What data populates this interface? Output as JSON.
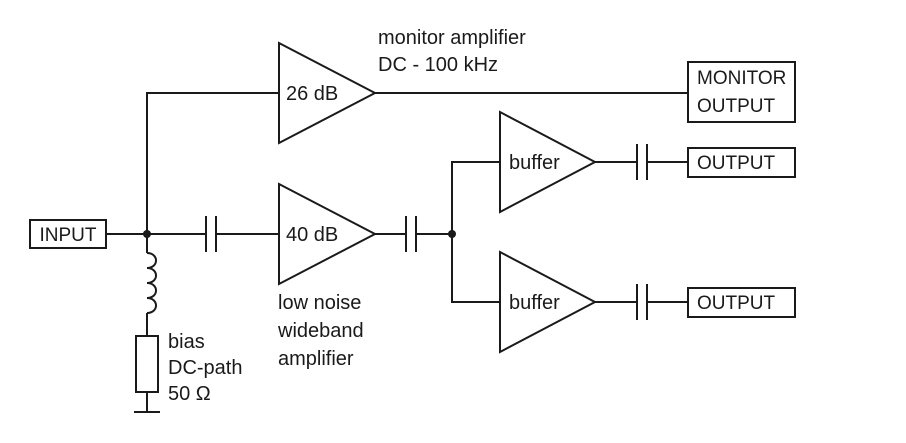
{
  "input": {
    "label": "INPUT"
  },
  "bias": {
    "lines": [
      "bias",
      "DC-path",
      "50 Ω"
    ]
  },
  "monitor_amp": {
    "gain": "26 dB",
    "caption": [
      "monitor amplifier",
      "DC - 100 kHz"
    ]
  },
  "main_amp": {
    "gain": "40 dB",
    "caption": [
      "low noise",
      "wideband",
      "amplifier"
    ]
  },
  "buffers": [
    {
      "label": "buffer"
    },
    {
      "label": "buffer"
    }
  ],
  "outputs": {
    "monitor": [
      "MONITOR",
      "OUTPUT"
    ],
    "out1": "OUTPUT",
    "out2": "OUTPUT"
  }
}
